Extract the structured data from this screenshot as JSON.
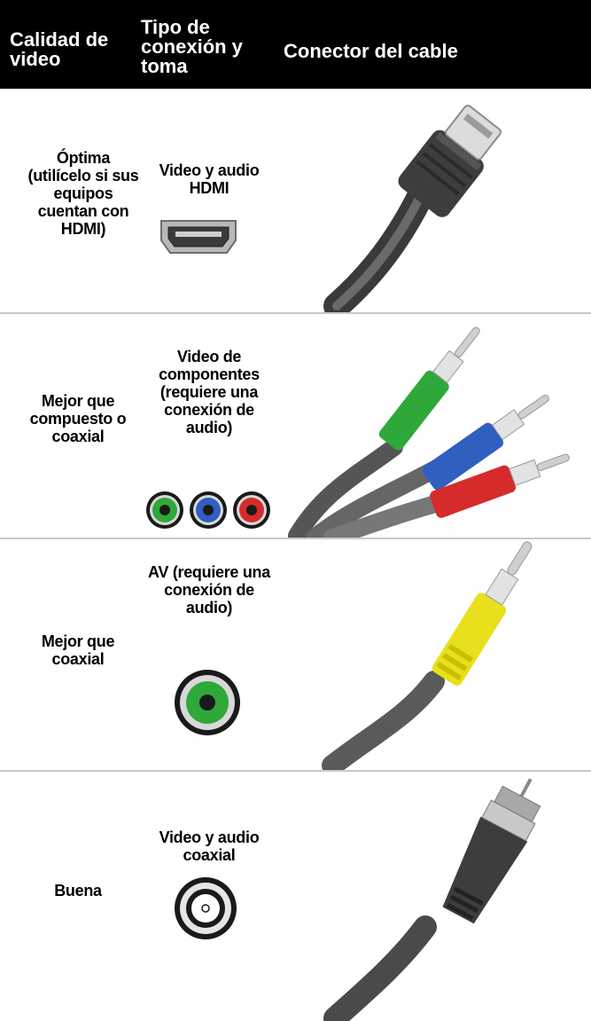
{
  "header": {
    "col1": [
      "Calidad de",
      "video"
    ],
    "col2": [
      "Tipo de",
      "conexión y",
      "toma"
    ],
    "col3": "Conector del cable"
  },
  "rows": [
    {
      "quality": [
        "Óptima",
        "(utilícelo si sus",
        "equipos",
        "cuentan con",
        "HDMI)"
      ],
      "connection": [
        "Video y audio",
        "HDMI"
      ],
      "jack_icon": "hdmi-port-icon",
      "cable_icon": "hdmi-cable-icon"
    },
    {
      "quality": [
        "Mejor que",
        "compuesto o",
        "coaxial"
      ],
      "connection": [
        "Video de",
        "componentes",
        "(requiere una",
        "conexión de",
        "audio)"
      ],
      "jack_icon": "component-jacks-icon",
      "cable_icon": "component-cable-icon",
      "jack_colors": [
        "#2fa83a",
        "#2f5fbf",
        "#d62b2b"
      ]
    },
    {
      "quality": [
        "Mejor que",
        "coaxial"
      ],
      "connection": [
        "AV (requiere una",
        "conexión de",
        "audio)"
      ],
      "jack_icon": "composite-jack-icon",
      "cable_icon": "composite-cable-icon",
      "jack_colors": [
        "#2fa83a"
      ],
      "plug_colors": [
        "#e8e01c"
      ]
    },
    {
      "quality": [
        "Buena"
      ],
      "connection": [
        "Video y audio",
        "coaxial"
      ],
      "jack_icon": "coaxial-jack-icon",
      "cable_icon": "coaxial-cable-icon"
    }
  ]
}
